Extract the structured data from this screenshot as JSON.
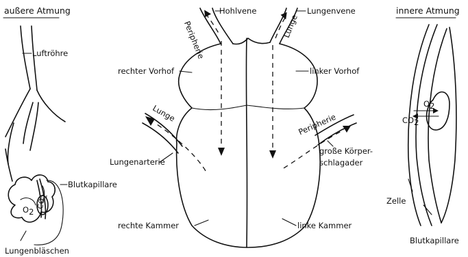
{
  "left": {
    "title": "außere Atmung",
    "trachea": "Luftröhre",
    "capillary": "Blutkapillare",
    "o2": "O",
    "o2_sub": "2",
    "co2": "CO",
    "co2_sub": "2",
    "alveoli": "Lungenbläschen"
  },
  "center": {
    "periphery_top": "Peripherie",
    "vena_cava": "Hohlvene",
    "lung_top": "Lunge",
    "pulmonary_vein": "Lungenvene",
    "right_atrium": "rechter Vorhof",
    "left_atrium": "linker Vorhof",
    "lung_left": "Lunge",
    "periphery_right": "Peripherie",
    "pulmonary_artery": "Lungenarterie",
    "aorta_line1": "große Körper-",
    "aorta_line2": "schlagader",
    "right_ventricle": "rechte Kammer",
    "left_ventricle": "linke Kammer"
  },
  "right": {
    "title": "innere Atmung",
    "o2": "O",
    "o2_sub": "2",
    "co2": "CO",
    "co2_sub": "2",
    "cell": "Zelle",
    "capillary": "Blutkapillare"
  }
}
